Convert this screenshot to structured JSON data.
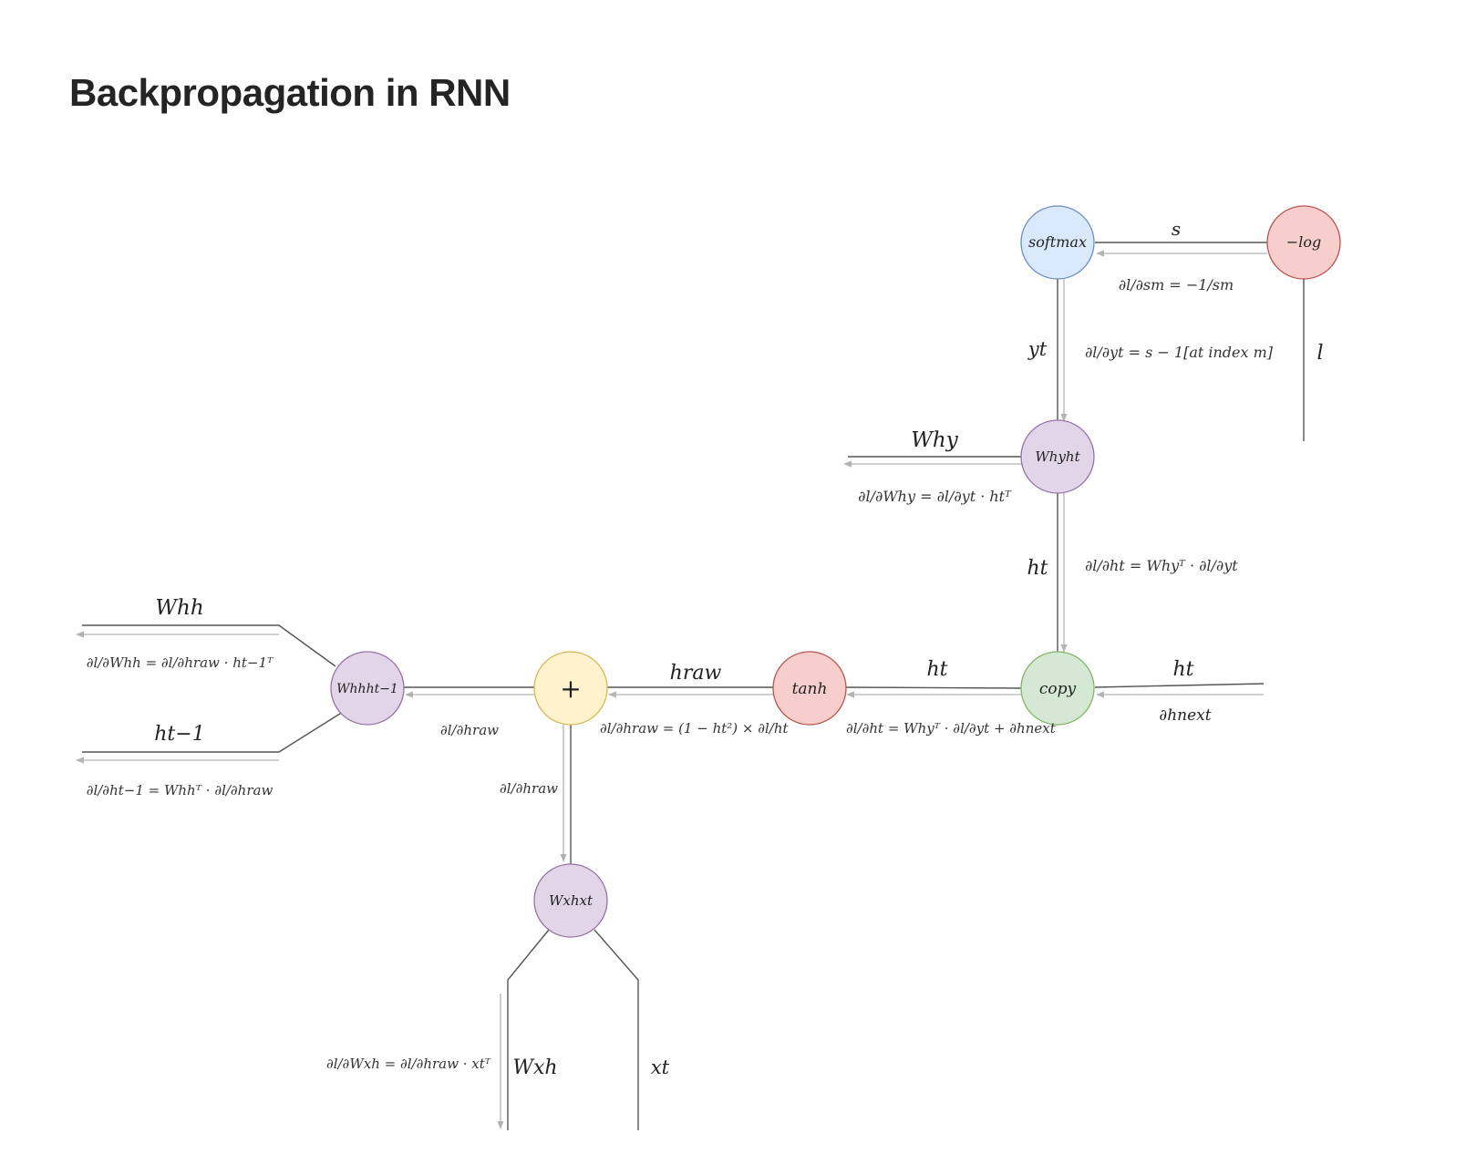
{
  "page": {
    "title": "Backpropagation in RNN"
  },
  "nodes": {
    "softmax": {
      "label": "softmax",
      "fill": "#dae8fc",
      "stroke": "#6c8ebf"
    },
    "neglog": {
      "label": "−log",
      "fill": "#f8cecc",
      "stroke": "#b85450"
    },
    "why": {
      "label": "Whyht",
      "fill": "#e1d5e7",
      "stroke": "#9673a6"
    },
    "copy": {
      "label": "copy",
      "fill": "#d5e8d4",
      "stroke": "#82b366"
    },
    "tanh": {
      "label": "tanh",
      "fill": "#f8cecc",
      "stroke": "#b85450"
    },
    "plus": {
      "label": "+",
      "fill": "#fff2cc",
      "stroke": "#d6b656"
    },
    "whh": {
      "label": "Whhht−1",
      "fill": "#e1d5e7",
      "stroke": "#9673a6"
    },
    "wxh": {
      "label": "Wxhxt",
      "fill": "#e1d5e7",
      "stroke": "#9673a6"
    }
  },
  "edge_labels": {
    "s": "s",
    "l": "l",
    "yt": "yt",
    "Why": "Why",
    "ht_up": "ht",
    "ht_mid": "ht",
    "ht_right": "ht",
    "hnext": "∂hnext",
    "hraw": "hraw",
    "Whh": "Whh",
    "ht_1": "ht−1",
    "Wxh": "Wxh",
    "xt": "xt"
  },
  "equations": {
    "dl_dsm": "∂l/∂sm = −1/sm",
    "dl_dyt": "∂l/∂yt = s − 1[at index m]",
    "dl_dWhy": "∂l/∂Why = ∂l/∂yt · htᵀ",
    "dl_dht_up": "∂l/∂ht = Whyᵀ · ∂l/∂yt",
    "dl_dht_total": "∂l/∂ht = Whyᵀ · ∂l/∂yt + ∂hnext",
    "dl_dhraw_tanh": "∂l/∂hraw = (1 − ht²) × ∂l/ht",
    "dl_dhraw_a": "∂l/∂hraw",
    "dl_dhraw_b": "∂l/∂hraw",
    "dl_dWhh": "∂l/∂Whh = ∂l/∂hraw · ht−1ᵀ",
    "dl_dht_1": "∂l/∂ht−1 = Whhᵀ · ∂l/∂hraw",
    "dl_dWxh": "∂l/∂Wxh = ∂l/∂hraw · xtᵀ"
  }
}
